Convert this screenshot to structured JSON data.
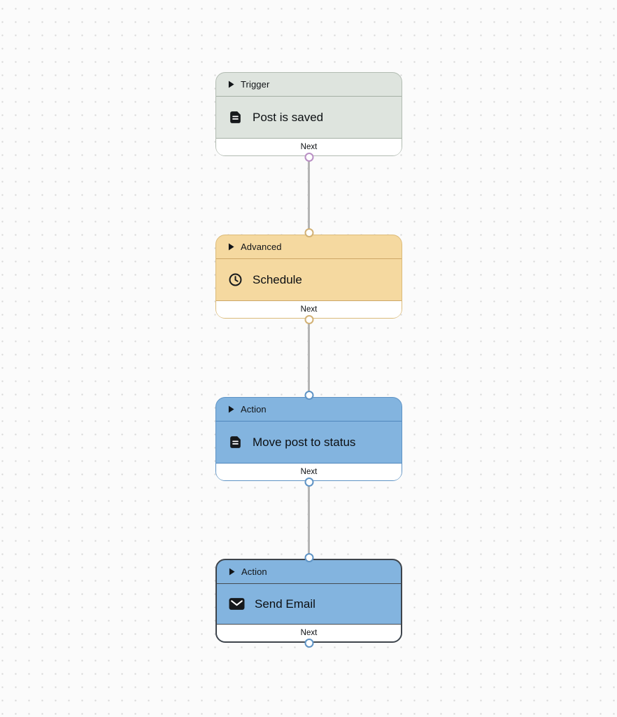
{
  "canvas": {
    "background_color": "#fbfbfb",
    "dot_color": "#d7d7d7",
    "edge_color": "#b4b4b4"
  },
  "nodes": [
    {
      "category": "Trigger",
      "title": "Post is saved",
      "icon": "document-icon",
      "footer_label": "Next",
      "selected": false,
      "has_input_port": false,
      "has_output_port": true,
      "colors": {
        "bg": "#dee4de",
        "border": "#b2bcb2",
        "divider": "#a5b0a5",
        "port_out": "#b98fc4"
      }
    },
    {
      "category": "Advanced",
      "title": "Schedule",
      "icon": "clock-icon",
      "footer_label": "Next",
      "selected": false,
      "has_input_port": true,
      "has_output_port": true,
      "colors": {
        "bg": "#f5d9a0",
        "border": "#dcbb79",
        "divider": "#cda768",
        "port_in": "#d2b175",
        "port_out": "#d2b175"
      }
    },
    {
      "category": "Action",
      "title": "Move post to status",
      "icon": "document-icon",
      "footer_label": "Next",
      "selected": false,
      "has_input_port": true,
      "has_output_port": true,
      "colors": {
        "bg": "#83b4df",
        "border": "#5e93c5",
        "divider": "#4f87bd",
        "port_in": "#5e93c5",
        "port_out": "#5e93c5"
      }
    },
    {
      "category": "Action",
      "title": "Send Email",
      "icon": "mail-icon",
      "footer_label": "Next",
      "selected": true,
      "has_input_port": true,
      "has_output_port": true,
      "colors": {
        "bg": "#83b4df",
        "border": "#3e444b",
        "divider": "#454b52",
        "port_in": "#5e93c5",
        "port_out": "#5e93c5"
      }
    }
  ]
}
